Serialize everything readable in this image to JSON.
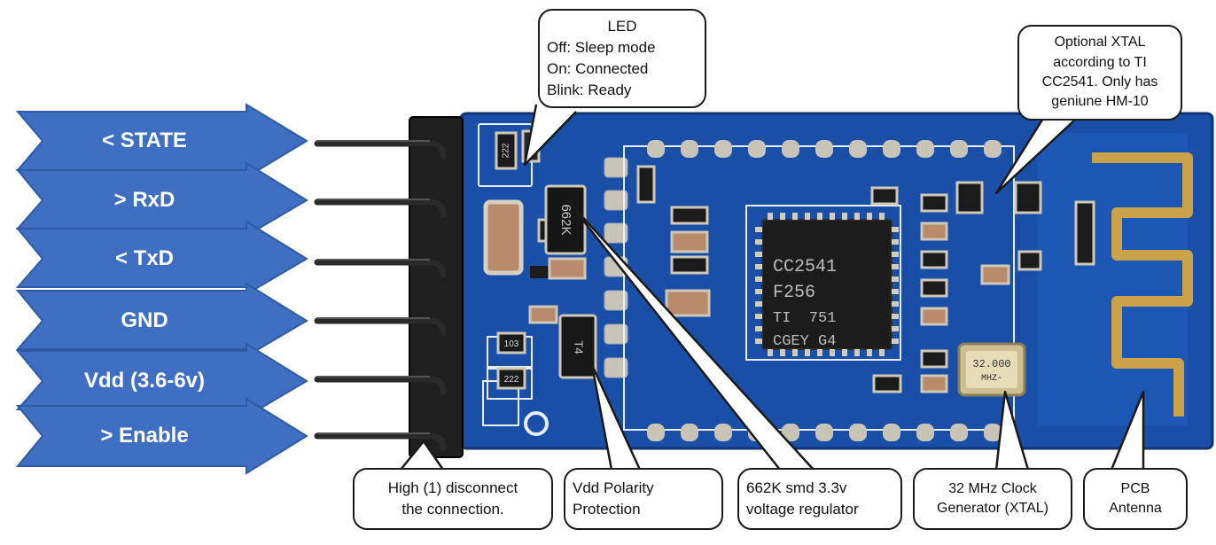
{
  "pins": [
    {
      "label": "< STATE"
    },
    {
      "label": "> RxD"
    },
    {
      "label": "< TxD"
    },
    {
      "label": "GND"
    },
    {
      "label": "Vdd (3.6-6v)"
    },
    {
      "label": "> Enable"
    }
  ],
  "chip": {
    "lines": [
      "CC2541",
      "F256",
      "TI  751",
      "CGEY G4"
    ]
  },
  "regulator_marking": "662K",
  "crystal": {
    "lines": [
      "32.000",
      "MHZ-"
    ]
  },
  "resistor_markings": [
    "222",
    "103",
    "222"
  ],
  "diode_marking": "T4",
  "callouts": {
    "led": {
      "lines": [
        "LED",
        "Off: Sleep mode",
        "On: Connected",
        "Blink: Ready"
      ]
    },
    "xtal_optional": {
      "lines": [
        "Optional XTAL",
        "according to TI",
        "CC2541. Only has",
        "geniune HM-10"
      ]
    },
    "enable": {
      "lines": [
        "High (1) disconnect",
        "the connection."
      ]
    },
    "polarity": {
      "lines": [
        "Vdd Polarity",
        "Protection"
      ]
    },
    "regulator": {
      "lines": [
        "662K smd 3.3v",
        "voltage regulator"
      ]
    },
    "clock": {
      "lines": [
        "32 MHz Clock",
        "Generator (XTAL)"
      ]
    },
    "antenna": {
      "lines": [
        "PCB",
        "Antenna"
      ]
    }
  },
  "colors": {
    "arrow_fill": "#3f6fc2",
    "arrow_stroke": "#2e5aa6",
    "pcb": "#1a4fa8",
    "pcb_dark": "#123d86",
    "silk": "#e8eef8",
    "pad": "#c9c4b8",
    "chip": "#1c1c1c",
    "pin": "#2a2a2a"
  }
}
